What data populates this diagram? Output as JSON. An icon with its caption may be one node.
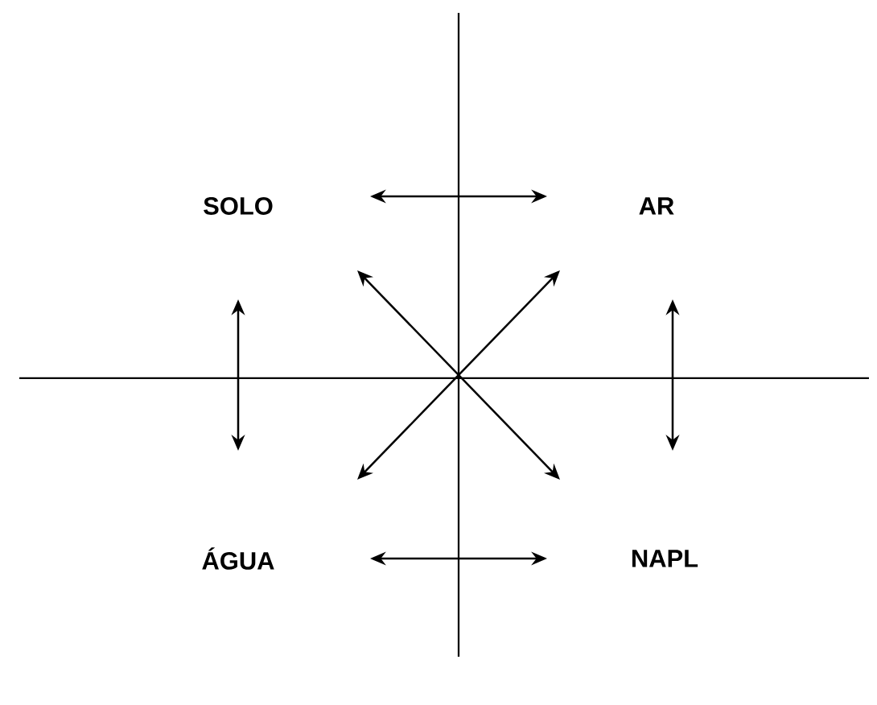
{
  "diagram": {
    "nodes": [
      {
        "text": [
          "SOLO"
        ]
      },
      {
        "text": [
          "AR"
        ]
      },
      {
        "text": [
          "ÁGUA"
        ]
      },
      {
        "text": [
          "NAPL"
        ]
      }
    ],
    "edges": [
      {
        "from": 0,
        "to": 1,
        "arrow": "both"
      },
      {
        "from": 0,
        "to": 2,
        "arrow": "both"
      },
      {
        "from": 1,
        "to": 3,
        "arrow": "both"
      },
      {
        "from": 2,
        "to": 3,
        "arrow": "both"
      },
      {
        "from": 0,
        "to": 3,
        "arrow": "both"
      },
      {
        "from": 1,
        "to": 2,
        "arrow": "both"
      }
    ]
  }
}
